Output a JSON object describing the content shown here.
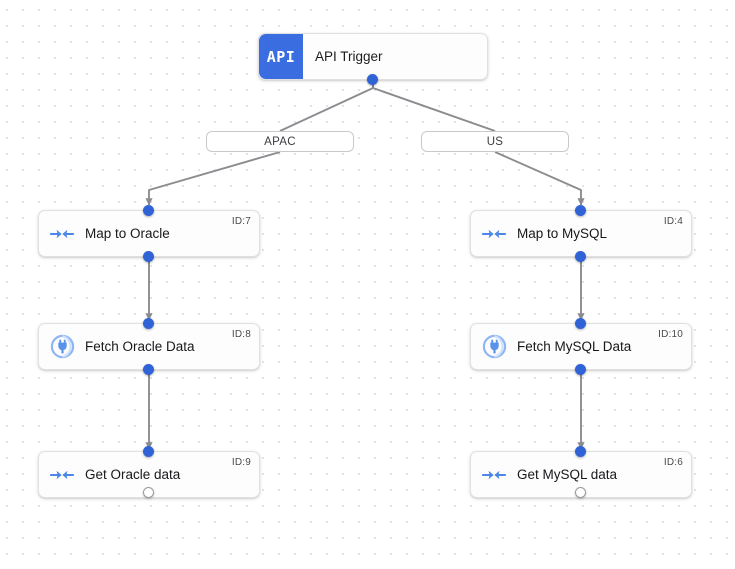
{
  "canvas": {
    "background_color": "#ffffff",
    "grid_dot_color": "#e3e3e5",
    "accent_color": "#3a6ee0",
    "edge_color": "#8c8c90"
  },
  "trigger": {
    "badge_text": "API",
    "label": "API Trigger",
    "icon": "api-badge-icon"
  },
  "branches": [
    {
      "label": "APAC"
    },
    {
      "label": "US"
    }
  ],
  "nodes": [
    {
      "title": "Map to Oracle",
      "id_tag": "ID:7",
      "icon": "merge-arrows-icon",
      "column": "left"
    },
    {
      "title": "Fetch Oracle Data",
      "id_tag": "ID:8",
      "icon": "database-plug-icon",
      "column": "left"
    },
    {
      "title": "Get Oracle data",
      "id_tag": "ID:9",
      "icon": "merge-arrows-icon",
      "column": "left"
    },
    {
      "title": "Map to MySQL",
      "id_tag": "ID:4",
      "icon": "merge-arrows-icon",
      "column": "right"
    },
    {
      "title": "Fetch MySQL Data",
      "id_tag": "ID:10",
      "icon": "database-plug-icon",
      "column": "right"
    },
    {
      "title": "Get MySQL data",
      "id_tag": "ID:6",
      "icon": "merge-arrows-icon",
      "column": "right"
    }
  ]
}
